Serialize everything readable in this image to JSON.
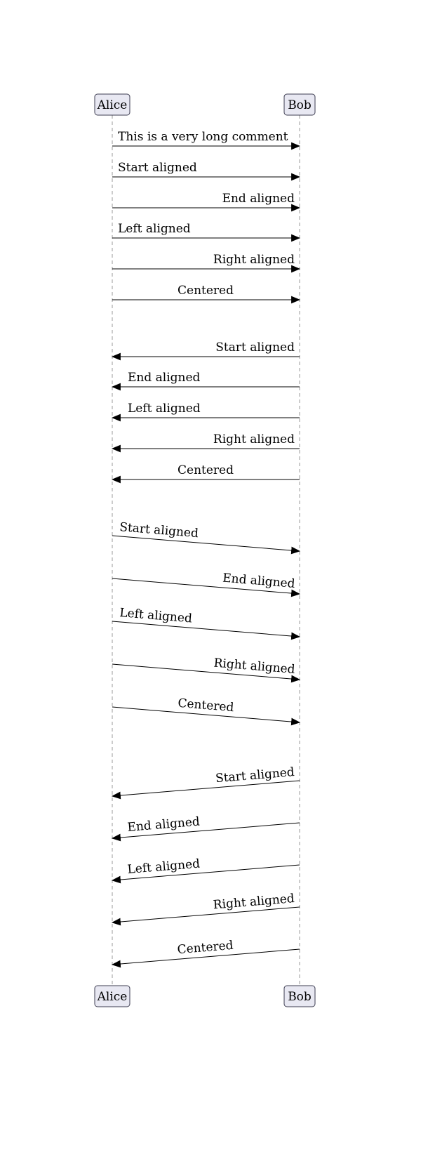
{
  "diagram": {
    "type": "sequence-diagram",
    "colors": {
      "actor_fill": "#e8e8f2",
      "actor_border": "#3c3c50",
      "arrow": "#000000",
      "lifeline": "#9a9a9a",
      "text": "#000000"
    },
    "actors": {
      "top_left": "Alice",
      "top_right": "Bob",
      "bottom_left": "Alice",
      "bottom_right": "Bob"
    },
    "messages": [
      {
        "label": "This is a very long comment",
        "from": "Alice",
        "to": "Bob",
        "align": "start",
        "slanted": false
      },
      {
        "label": "Start aligned",
        "from": "Alice",
        "to": "Bob",
        "align": "start",
        "slanted": false
      },
      {
        "label": "End aligned",
        "from": "Alice",
        "to": "Bob",
        "align": "end",
        "slanted": false
      },
      {
        "label": "Left aligned",
        "from": "Alice",
        "to": "Bob",
        "align": "left",
        "slanted": false
      },
      {
        "label": "Right aligned",
        "from": "Alice",
        "to": "Bob",
        "align": "right",
        "slanted": false
      },
      {
        "label": "Centered",
        "from": "Alice",
        "to": "Bob",
        "align": "center",
        "slanted": false
      },
      {
        "label": "Start aligned",
        "from": "Bob",
        "to": "Alice",
        "align": "start",
        "slanted": false
      },
      {
        "label": "End aligned",
        "from": "Bob",
        "to": "Alice",
        "align": "end",
        "slanted": false
      },
      {
        "label": "Left aligned",
        "from": "Bob",
        "to": "Alice",
        "align": "left",
        "slanted": false
      },
      {
        "label": "Right aligned",
        "from": "Bob",
        "to": "Alice",
        "align": "right",
        "slanted": false
      },
      {
        "label": "Centered",
        "from": "Bob",
        "to": "Alice",
        "align": "center",
        "slanted": false
      },
      {
        "label": "Start aligned",
        "from": "Alice",
        "to": "Bob",
        "align": "start",
        "slanted": true
      },
      {
        "label": "End aligned",
        "from": "Alice",
        "to": "Bob",
        "align": "end",
        "slanted": true
      },
      {
        "label": "Left aligned",
        "from": "Alice",
        "to": "Bob",
        "align": "left",
        "slanted": true
      },
      {
        "label": "Right aligned",
        "from": "Alice",
        "to": "Bob",
        "align": "right",
        "slanted": true
      },
      {
        "label": "Centered",
        "from": "Alice",
        "to": "Bob",
        "align": "center",
        "slanted": true
      },
      {
        "label": "Start aligned",
        "from": "Bob",
        "to": "Alice",
        "align": "start",
        "slanted": true
      },
      {
        "label": "End aligned",
        "from": "Bob",
        "to": "Alice",
        "align": "end",
        "slanted": true
      },
      {
        "label": "Left aligned",
        "from": "Bob",
        "to": "Alice",
        "align": "left",
        "slanted": true
      },
      {
        "label": "Right aligned",
        "from": "Bob",
        "to": "Alice",
        "align": "right",
        "slanted": true
      },
      {
        "label": "Centered",
        "from": "Bob",
        "to": "Alice",
        "align": "center",
        "slanted": true
      }
    ]
  }
}
